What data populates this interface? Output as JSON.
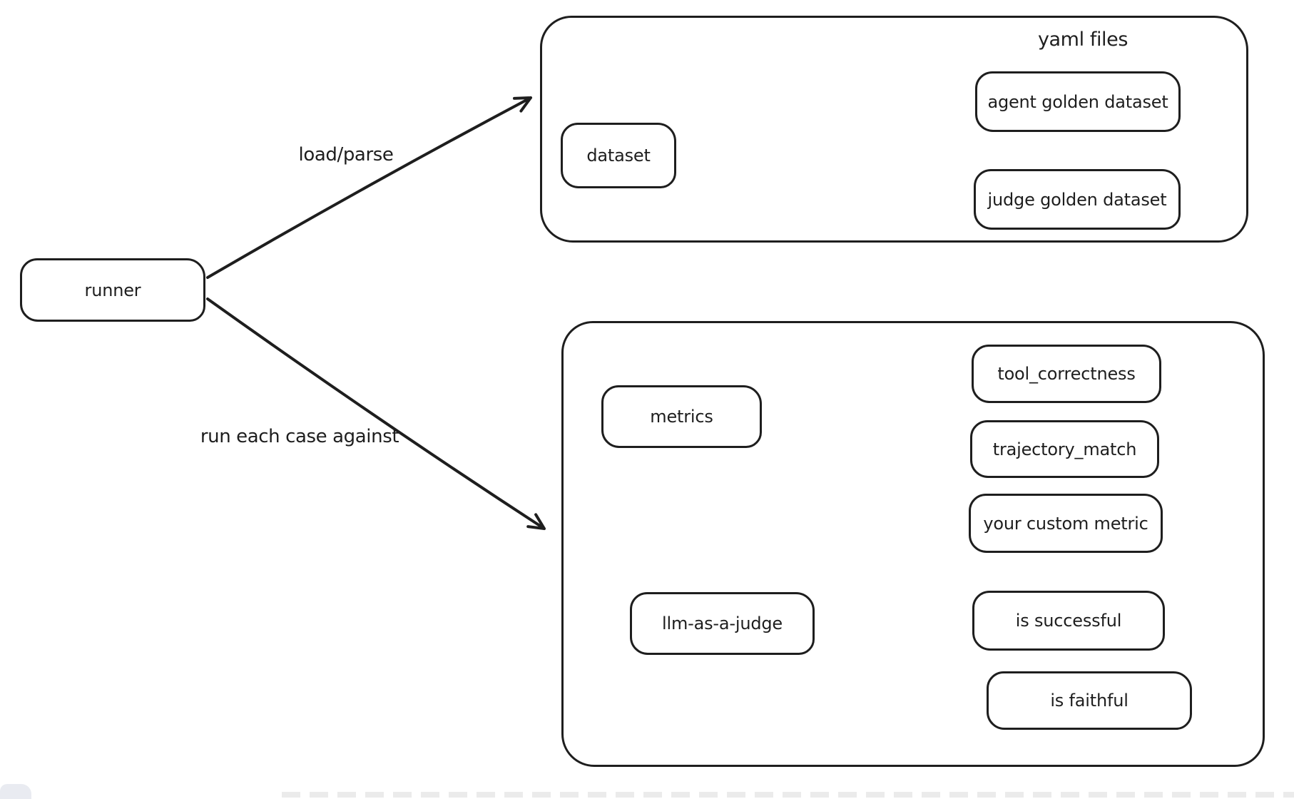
{
  "colors": {
    "stroke": "#1e1e1e",
    "canvas_bg": "#ffffff",
    "footer_pill": "#e9ebf1",
    "bottom_dashes": "#ebebeb"
  },
  "nodes": {
    "runner": "runner",
    "dataset": "dataset",
    "agent_golden_dataset": "agent golden dataset",
    "judge_golden_dataset": "judge golden dataset",
    "metrics": "metrics",
    "tool_correctness": "tool_correctness",
    "trajectory_match": "trajectory_match",
    "your_custom_metric": "your custom metric",
    "llm_as_a_judge": "llm-as-a-judge",
    "is_successful": "is successful",
    "is_faithful": "is faithful"
  },
  "group_labels": {
    "yaml_files": "yaml files"
  },
  "edge_labels": {
    "load_parse": "load/parse",
    "run_each_case_against": "run each case against"
  }
}
